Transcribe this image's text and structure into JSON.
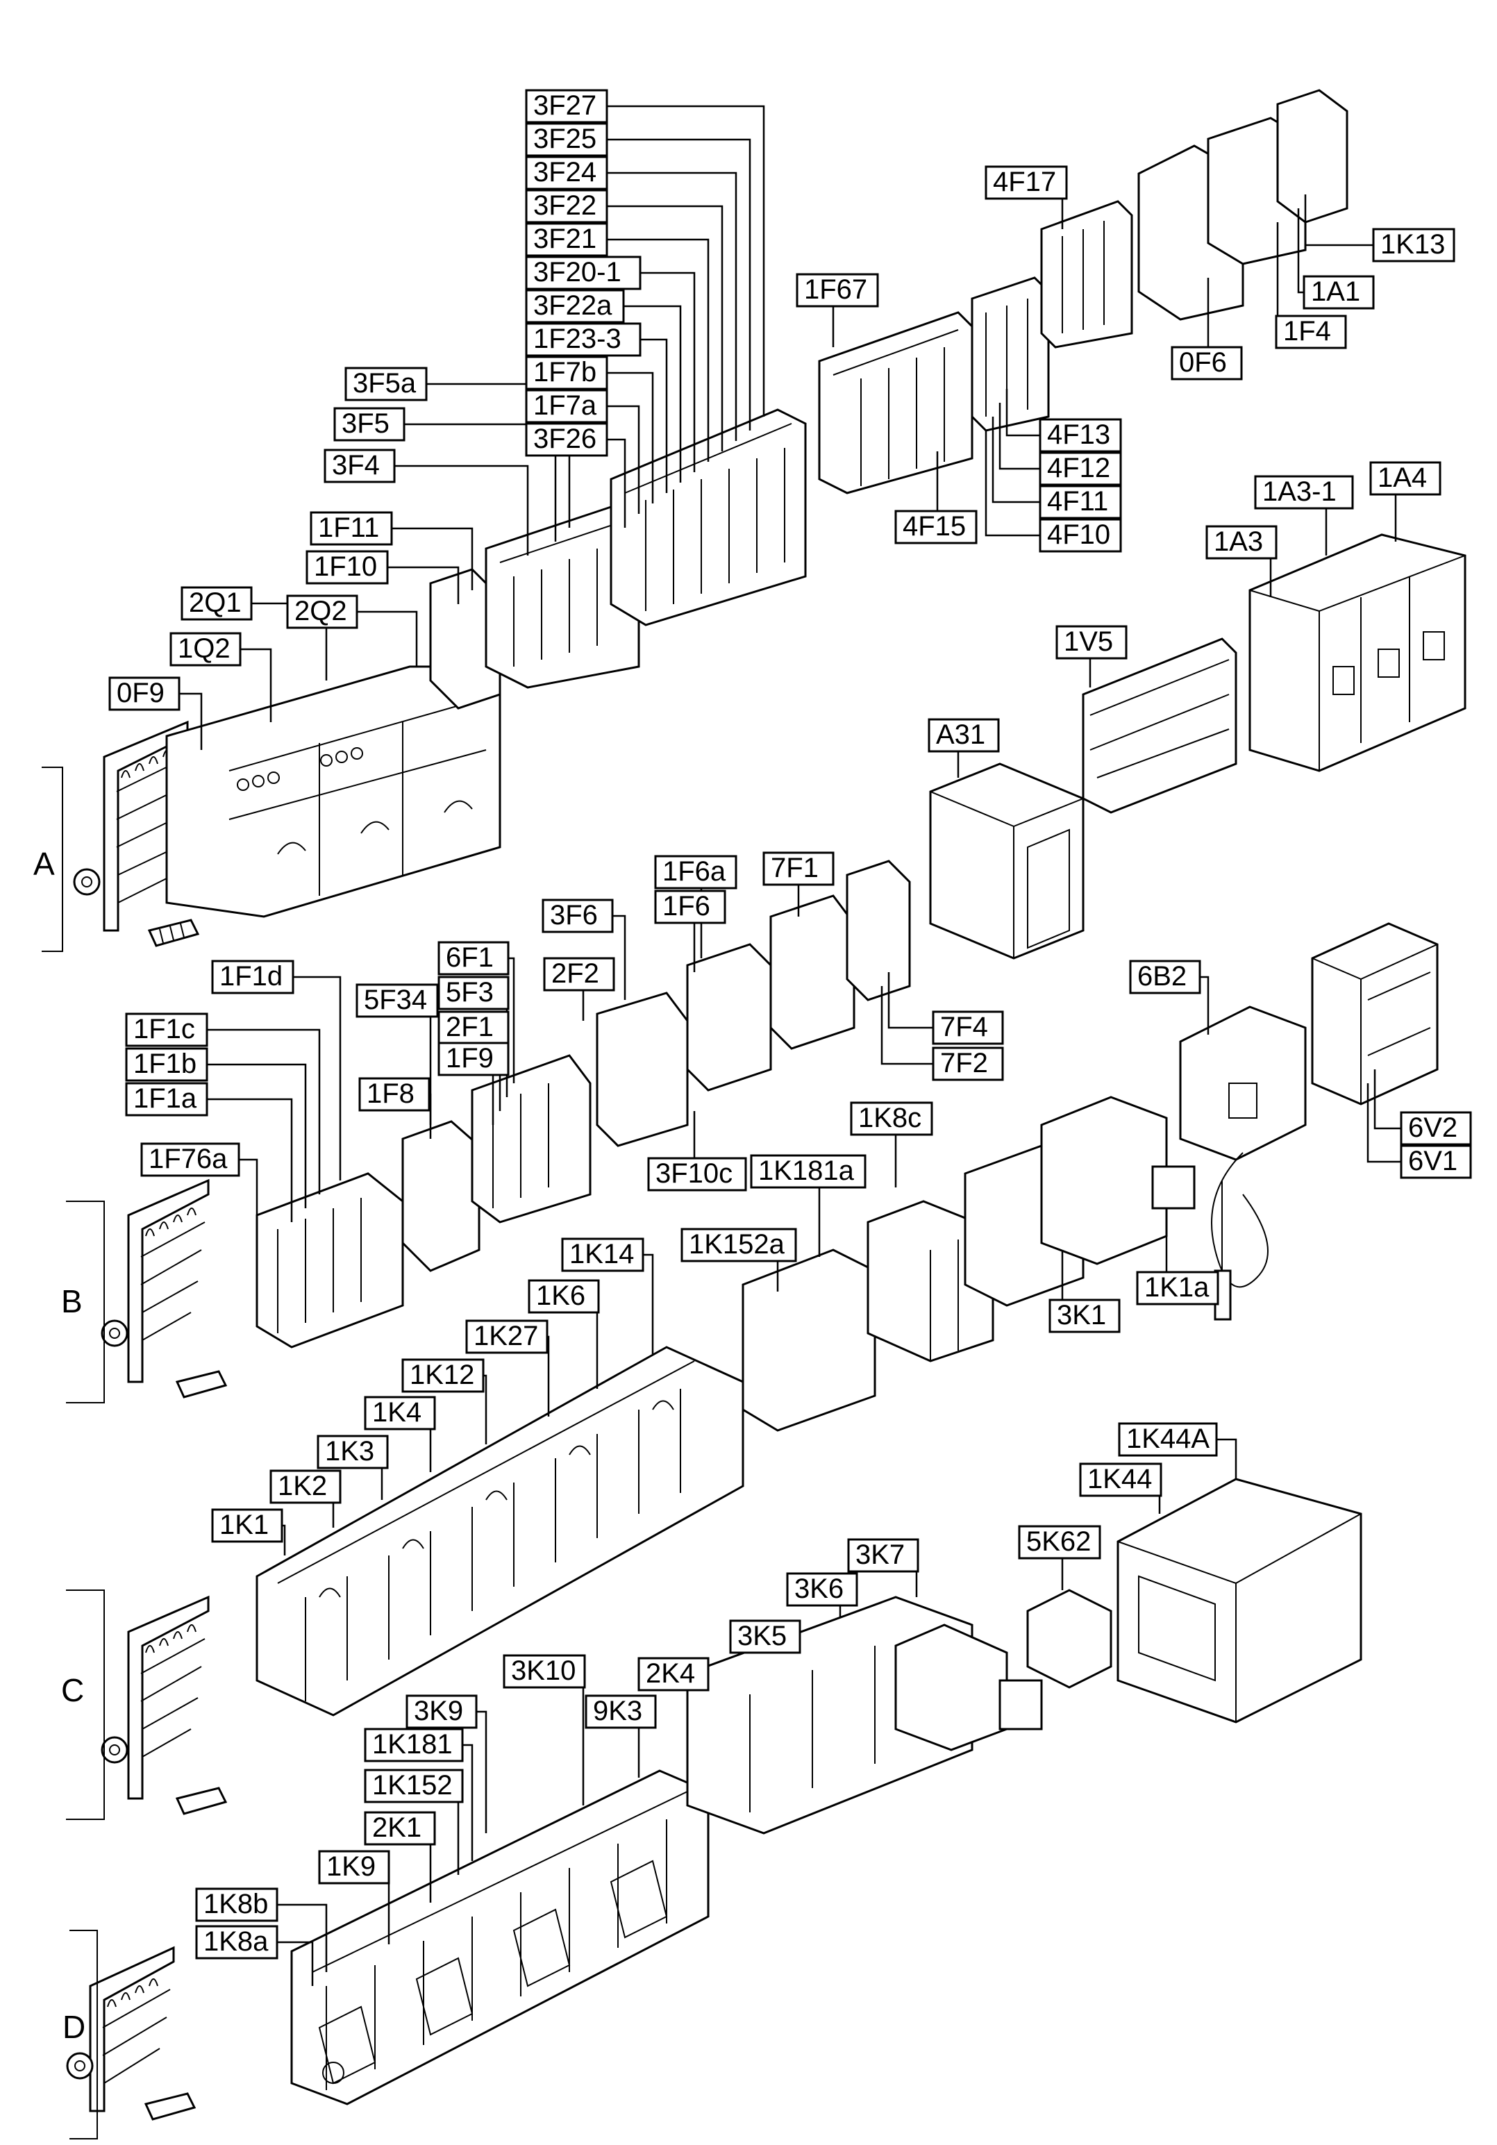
{
  "diagram": {
    "rows": [
      "A",
      "B",
      "C",
      "D"
    ],
    "labels": [
      "3F27",
      "3F25",
      "3F24",
      "3F22",
      "3F21",
      "3F20-1",
      "3F22a",
      "1F23-3",
      "1F7b",
      "1F7a",
      "3F26",
      "3F5a",
      "3F5",
      "3F4",
      "1F11",
      "1F10",
      "2Q1",
      "2Q2",
      "1Q2",
      "0F9",
      "4F17",
      "1F67",
      "1K13",
      "1A1",
      "1F4",
      "0F6",
      "4F13",
      "4F12",
      "4F11",
      "4F10",
      "4F15",
      "1A3-1",
      "1A4",
      "1A3",
      "1V5",
      "A31",
      "1F1d",
      "5F34",
      "6F1",
      "5F3",
      "2F1",
      "1F9",
      "3F6",
      "1F6a",
      "1F6",
      "7F1",
      "2F2",
      "1F1c",
      "1F1b",
      "1F1a",
      "1F8",
      "1F76a",
      "7F4",
      "7F2",
      "3F10c",
      "6B2",
      "6V2",
      "6V1",
      "1K8c",
      "1K181a",
      "1K152a",
      "1K1a",
      "3K1",
      "1K14",
      "1K6",
      "1K27",
      "1K12",
      "1K4",
      "1K3",
      "1K2",
      "1K1",
      "1K44A",
      "1K44",
      "5K62",
      "3K7",
      "3K6",
      "3K5",
      "2K4",
      "3K10",
      "9K3",
      "3K9",
      "1K181",
      "1K152",
      "2K1",
      "1K9",
      "1K8b",
      "1K8a"
    ]
  }
}
